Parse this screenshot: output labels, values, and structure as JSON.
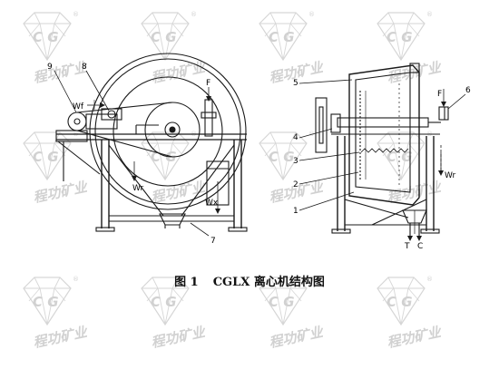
{
  "watermark": {
    "text": "程功矿业",
    "letters": "C G",
    "reg_mark": "®",
    "color": "#c9c9c9"
  },
  "caption": {
    "figure": "图 1",
    "title": "CGLX 离心机结构图"
  },
  "left_view": {
    "callouts": [
      "9",
      "8",
      "F",
      "7"
    ],
    "symbols": [
      "Wf",
      "Wr",
      "Wx"
    ]
  },
  "right_view": {
    "callouts": [
      "5",
      "6",
      "F",
      "4",
      "3",
      "2",
      "1"
    ],
    "symbols": [
      "Wr"
    ],
    "outlets": [
      "T",
      "C"
    ]
  },
  "colors": {
    "line": "#1a1a1a",
    "background": "#ffffff"
  }
}
